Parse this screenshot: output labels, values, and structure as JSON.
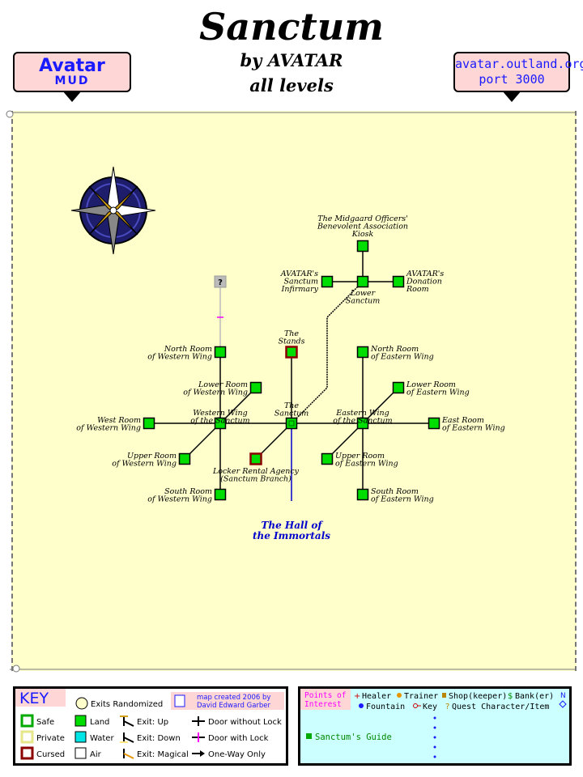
{
  "header": {
    "title": "Sanctum",
    "byline": "by AVATAR",
    "levels": "all levels"
  },
  "left_badge": {
    "line1": "Avatar",
    "line2": "MUD"
  },
  "right_badge": {
    "line1": "avatar.outland.org",
    "line2": "port 3000"
  },
  "map": {
    "colors": {
      "room_fill": "#00dd00",
      "room_border": "#000000",
      "cursed_border": "#8b0000",
      "unknown_fill": "#bbbbbb",
      "door_lock": "#ff00ff",
      "path_blue": "#0000cc",
      "parchment": "#ffffcc"
    },
    "unknown_room": "?",
    "rooms": [
      {
        "id": "kiosk",
        "label": "The Midgaard Officers' Benevolent Association Kiosk"
      },
      {
        "id": "infirmary",
        "label": "AVATAR's Sanctum Infirmary"
      },
      {
        "id": "lower_sanctum",
        "label": "Lower Sanctum"
      },
      {
        "id": "donation",
        "label": "AVATAR's Donation Room"
      },
      {
        "id": "stands",
        "label": "The Stands"
      },
      {
        "id": "sanctum",
        "label": "The Sanctum"
      },
      {
        "id": "north_west",
        "label": "North Room of Western Wing"
      },
      {
        "id": "lower_west",
        "label": "Lower Room of Western Wing"
      },
      {
        "id": "west_wing",
        "label": "Western Wing of the Sanctum"
      },
      {
        "id": "west_room",
        "label": "West Room of Western Wing"
      },
      {
        "id": "upper_west",
        "label": "Upper Room of Western Wing"
      },
      {
        "id": "south_west",
        "label": "South Room of Western Wing"
      },
      {
        "id": "locker",
        "label": "Locker Rental Agency (Sanctum Branch)"
      },
      {
        "id": "north_east",
        "label": "North Room of Eastern Wing"
      },
      {
        "id": "lower_east",
        "label": "Lower Room of Eastern Wing"
      },
      {
        "id": "east_wing",
        "label": "Eastern Wing of the Sanctum"
      },
      {
        "id": "east_room",
        "label": "East Room of Eastern Wing"
      },
      {
        "id": "upper_east",
        "label": "Upper Room of Eastern Wing"
      },
      {
        "id": "south_east",
        "label": "South Room of Eastern Wing"
      }
    ],
    "label_lines": {
      "kiosk": [
        "The Midgaard Officers'",
        "Benevolent Association",
        "Kiosk"
      ],
      "infirmary": [
        "AVATAR's",
        "Sanctum",
        "Infirmary"
      ],
      "lower_sanctum": [
        "Lower",
        "Sanctum"
      ],
      "donation": [
        "AVATAR's",
        "Donation",
        "Room"
      ],
      "stands": [
        "The",
        "Stands"
      ],
      "sanctum": [
        "The",
        "Sanctum"
      ],
      "north_west": [
        "North Room",
        "of Western Wing"
      ],
      "lower_west": [
        "Lower Room",
        "of Western Wing"
      ],
      "west_wing": [
        "Western Wing",
        "of the Sanctum"
      ],
      "west_room": [
        "West Room",
        "of Western Wing"
      ],
      "upper_west": [
        "Upper Room",
        "of Western Wing"
      ],
      "south_west": [
        "South Room",
        "of Western Wing"
      ],
      "locker": [
        "Locker Rental Agency",
        "(Sanctum Branch)"
      ],
      "north_east": [
        "North Room",
        "of Eastern Wing"
      ],
      "lower_east": [
        "Lower Room",
        "of Eastern Wing"
      ],
      "east_wing": [
        "Eastern Wing",
        "of the Sanctum"
      ],
      "east_room": [
        "East Room",
        "of Eastern Wing"
      ],
      "upper_east": [
        "Upper Room",
        "of Eastern Wing"
      ],
      "south_east": [
        "South Room",
        "of Eastern Wing"
      ]
    },
    "exit_label": [
      "The Hall of",
      "the Immortals"
    ]
  },
  "key": {
    "title": "KEY",
    "exits_randomized": "Exits Randomized",
    "credit_line1": "map created 2006 by",
    "credit_line2": "David Edward Garber",
    "items": {
      "safe": "Safe",
      "private": "Private",
      "cursed": "Cursed",
      "land": "Land",
      "water": "Water",
      "air": "Air",
      "exit_up": "Exit: Up",
      "exit_down": "Exit: Down",
      "exit_magical": "Exit: Magical",
      "door_no_lock": "Door without Lock",
      "door_lock": "Door with Lock",
      "one_way": "One-Way Only"
    },
    "colors": {
      "safe": "#00aa00",
      "private": "#ffff99",
      "cursed": "#8b0000",
      "land": "#00dd00",
      "water": "#00e5e5",
      "air": "#ffffff",
      "title": "#1a1aff"
    }
  },
  "poi": {
    "title_line1": "Points of",
    "title_line2": "Interest",
    "healer": "Healer",
    "trainer": "Trainer",
    "shop": "Shop(keeper)",
    "bank": "Bank(er)",
    "fountain": "Fountain",
    "key": "Key",
    "quest": "Quest Character/Item",
    "guide": "Sanctum's Guide",
    "compass": "N"
  }
}
